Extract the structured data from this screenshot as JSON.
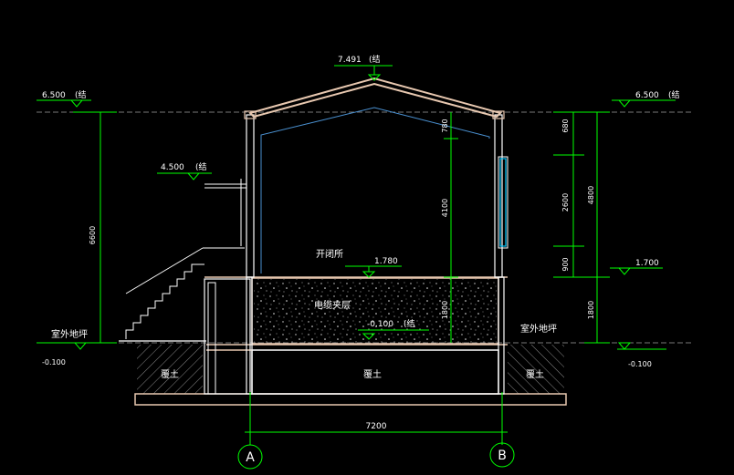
{
  "colors": {
    "background": "#000000",
    "dimension": "#00ff00",
    "roof": "#e8c8b0",
    "wall": "#ffffff",
    "blue_line": "#4a90d0",
    "window": "#00c8ff",
    "fill": "#000000"
  },
  "elevations": {
    "left_top": {
      "value": "6.500",
      "note": "(结"
    },
    "right_top": {
      "value": "6.500",
      "note": "(结"
    },
    "ridge": {
      "value": "7.491",
      "note": "(结"
    },
    "canopy": {
      "value": "4.500",
      "note": "(结"
    },
    "floor": {
      "value": "1.780"
    },
    "window_sill": {
      "value": "1.700"
    },
    "basement": {
      "value": "-0.100",
      "note": "(结"
    },
    "left_ground": {
      "value": "-0.100"
    },
    "right_ground": {
      "value": "-0.100"
    }
  },
  "labels": {
    "room": "开闭所",
    "cable_layer": "电缆夹层",
    "outdoor_ground_left": "室外地坪",
    "outdoor_ground_right": "室外地坪",
    "soil_left": "覆土",
    "soil_center": "覆土",
    "soil_right": "覆土"
  },
  "dimensions": {
    "left_total": "6600",
    "center_roof": "780",
    "center_wall": "4100",
    "center_basement": "1800",
    "right_parapet": "680",
    "right_window": "2600",
    "right_sill": "900",
    "right_total": "4800",
    "right_basement": "1800",
    "bottom_span": "7200"
  },
  "axes": {
    "a": "A",
    "b": "B"
  }
}
